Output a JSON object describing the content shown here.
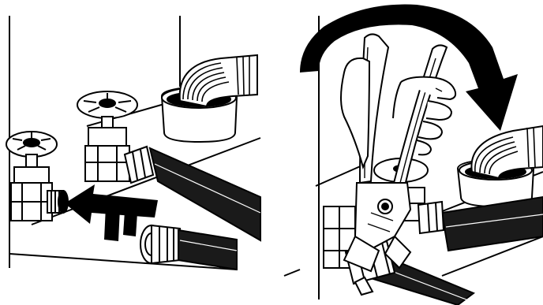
{
  "figure": {
    "panels": [
      {
        "id": "left",
        "elements": [
          "wall",
          "floor-edge",
          "hot-valve",
          "cold-valve",
          "drain-standpipe",
          "drain-hose",
          "connected-hose",
          "hose-end-fitting",
          "supply-hose",
          "insert-arrow"
        ],
        "arrow_direction": "left"
      },
      {
        "id": "right",
        "elements": [
          "wall",
          "floor-edge",
          "hand",
          "pliers",
          "valve",
          "hose",
          "drain-standpipe",
          "drain-hose",
          "tighten-arrow"
        ],
        "arrow_direction": "clockwise"
      }
    ],
    "stroke_color": "#000000",
    "fill_color": "#ffffff",
    "hose_color": "#1a1a1a"
  }
}
